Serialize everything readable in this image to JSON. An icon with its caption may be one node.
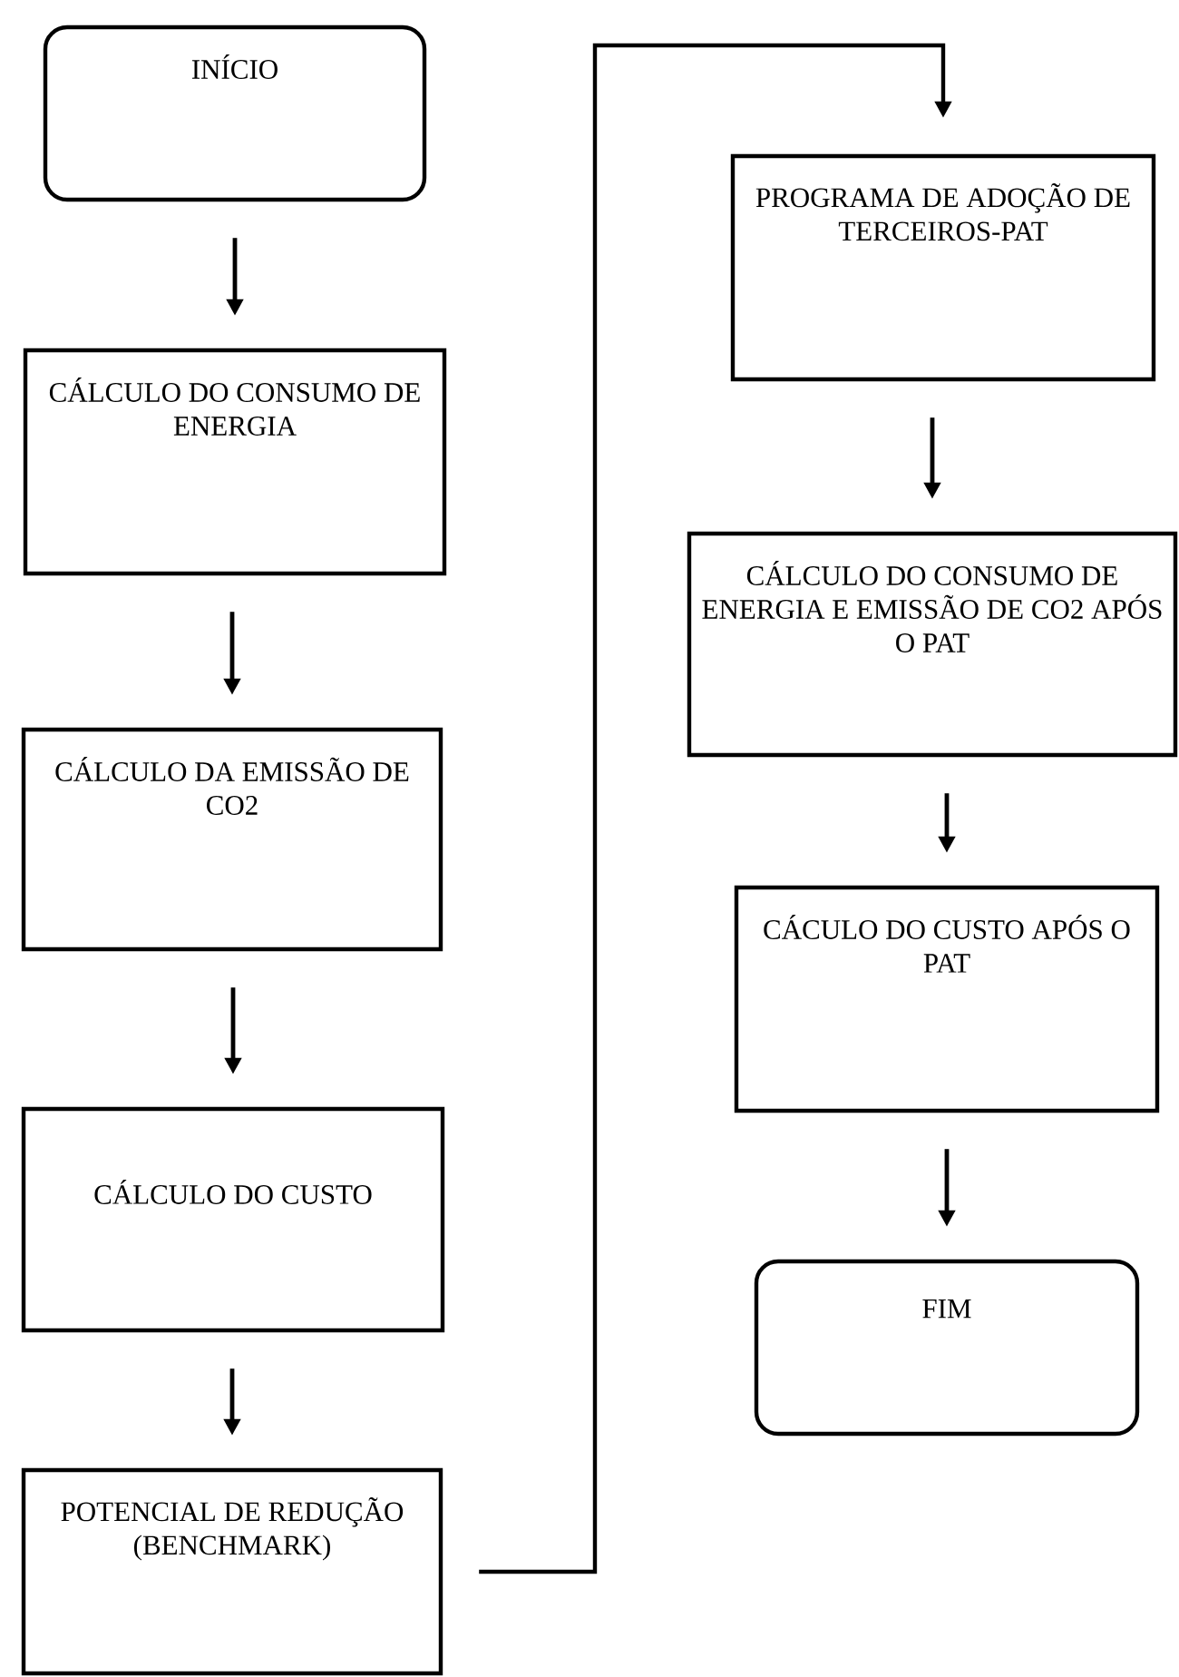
{
  "diagram": {
    "nodes": [
      {
        "text": [
          "INÍCIO"
        ]
      },
      {
        "text": [
          "CÁLCULO DO CONSUMO DE ENERGIA"
        ]
      },
      {
        "text": [
          "CÁLCULO DA EMISSÃO DE CO2"
        ]
      },
      {
        "text": [
          "CÁLCULO DO CUSTO"
        ]
      },
      {
        "text": [
          "POTENCIAL DE REDUÇÃO (BENCHMARK)"
        ]
      },
      {
        "text": [
          "PROGRAMA DE ADOÇÃO DE TERCEIROS-PAT"
        ]
      },
      {
        "text": [
          "CÁLCULO DO CONSUMO DE ENERGIA E EMISSÃO DE CO2 APÓS O PAT"
        ]
      },
      {
        "text": [
          "CÁCULO DO CUSTO APÓS O PAT"
        ]
      },
      {
        "text": [
          "FIM"
        ]
      }
    ],
    "edges": [
      {
        "from": 0,
        "to": 1,
        "arrow": "to"
      },
      {
        "from": 1,
        "to": 2,
        "arrow": "to"
      },
      {
        "from": 2,
        "to": 3,
        "arrow": "to"
      },
      {
        "from": 3,
        "to": 4,
        "arrow": "to"
      },
      {
        "from": 4,
        "to": 5,
        "arrow": "to"
      },
      {
        "from": 5,
        "to": 6,
        "arrow": "to"
      },
      {
        "from": 6,
        "to": 7,
        "arrow": "to"
      },
      {
        "from": 7,
        "to": 8,
        "arrow": "to"
      }
    ]
  }
}
